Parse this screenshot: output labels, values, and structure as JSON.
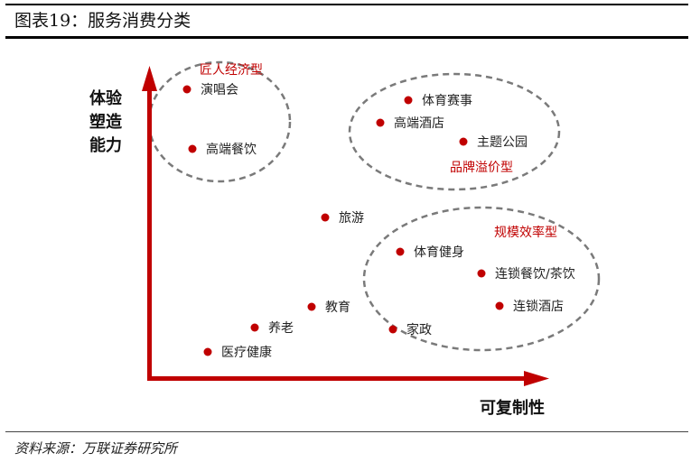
{
  "figure": {
    "title": "图表19：服务消费分类",
    "source": "资料来源：万联证券研究所"
  },
  "axes": {
    "y_label_lines": [
      "体验",
      "塑造",
      "能力"
    ],
    "x_label": "可复制性"
  },
  "groups": [
    {
      "label": "匠人经济型"
    },
    {
      "label": "品牌溢价型"
    },
    {
      "label": "规模效率型"
    }
  ],
  "items": [
    {
      "label": "演唱会"
    },
    {
      "label": "高端餐饮"
    },
    {
      "label": "体育赛事"
    },
    {
      "label": "高端酒店"
    },
    {
      "label": "主题公园"
    },
    {
      "label": "旅游"
    },
    {
      "label": "体育健身"
    },
    {
      "label": "连锁餐饮/茶饮"
    },
    {
      "label": "连锁酒店"
    },
    {
      "label": "教育"
    },
    {
      "label": "养老"
    },
    {
      "label": "家政"
    },
    {
      "label": "医疗健康"
    }
  ],
  "colors": {
    "accent": "#c00000",
    "dot": "#c00000",
    "ellipse_stroke": "#7a7a7a"
  }
}
